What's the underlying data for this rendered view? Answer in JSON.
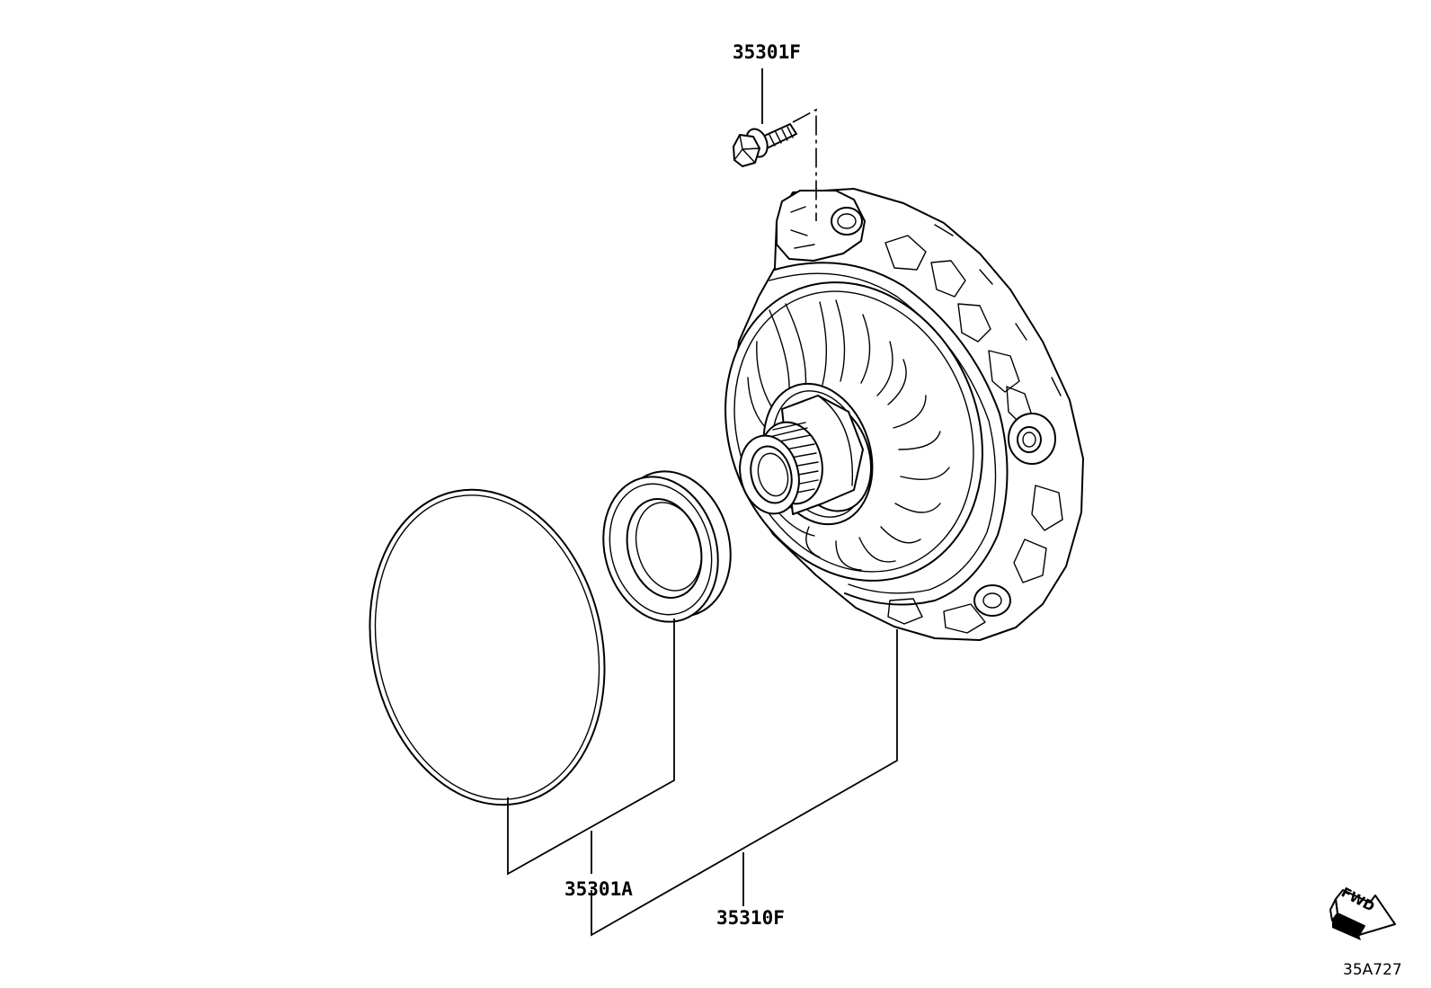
{
  "diagram": {
    "callouts": [
      {
        "id": "bolt",
        "part_number": "35301F"
      },
      {
        "id": "kit",
        "part_number": "35301A"
      },
      {
        "id": "pump",
        "part_number": "35310F"
      }
    ],
    "fwd_label": "FWD",
    "illustration_code": "35A727"
  }
}
